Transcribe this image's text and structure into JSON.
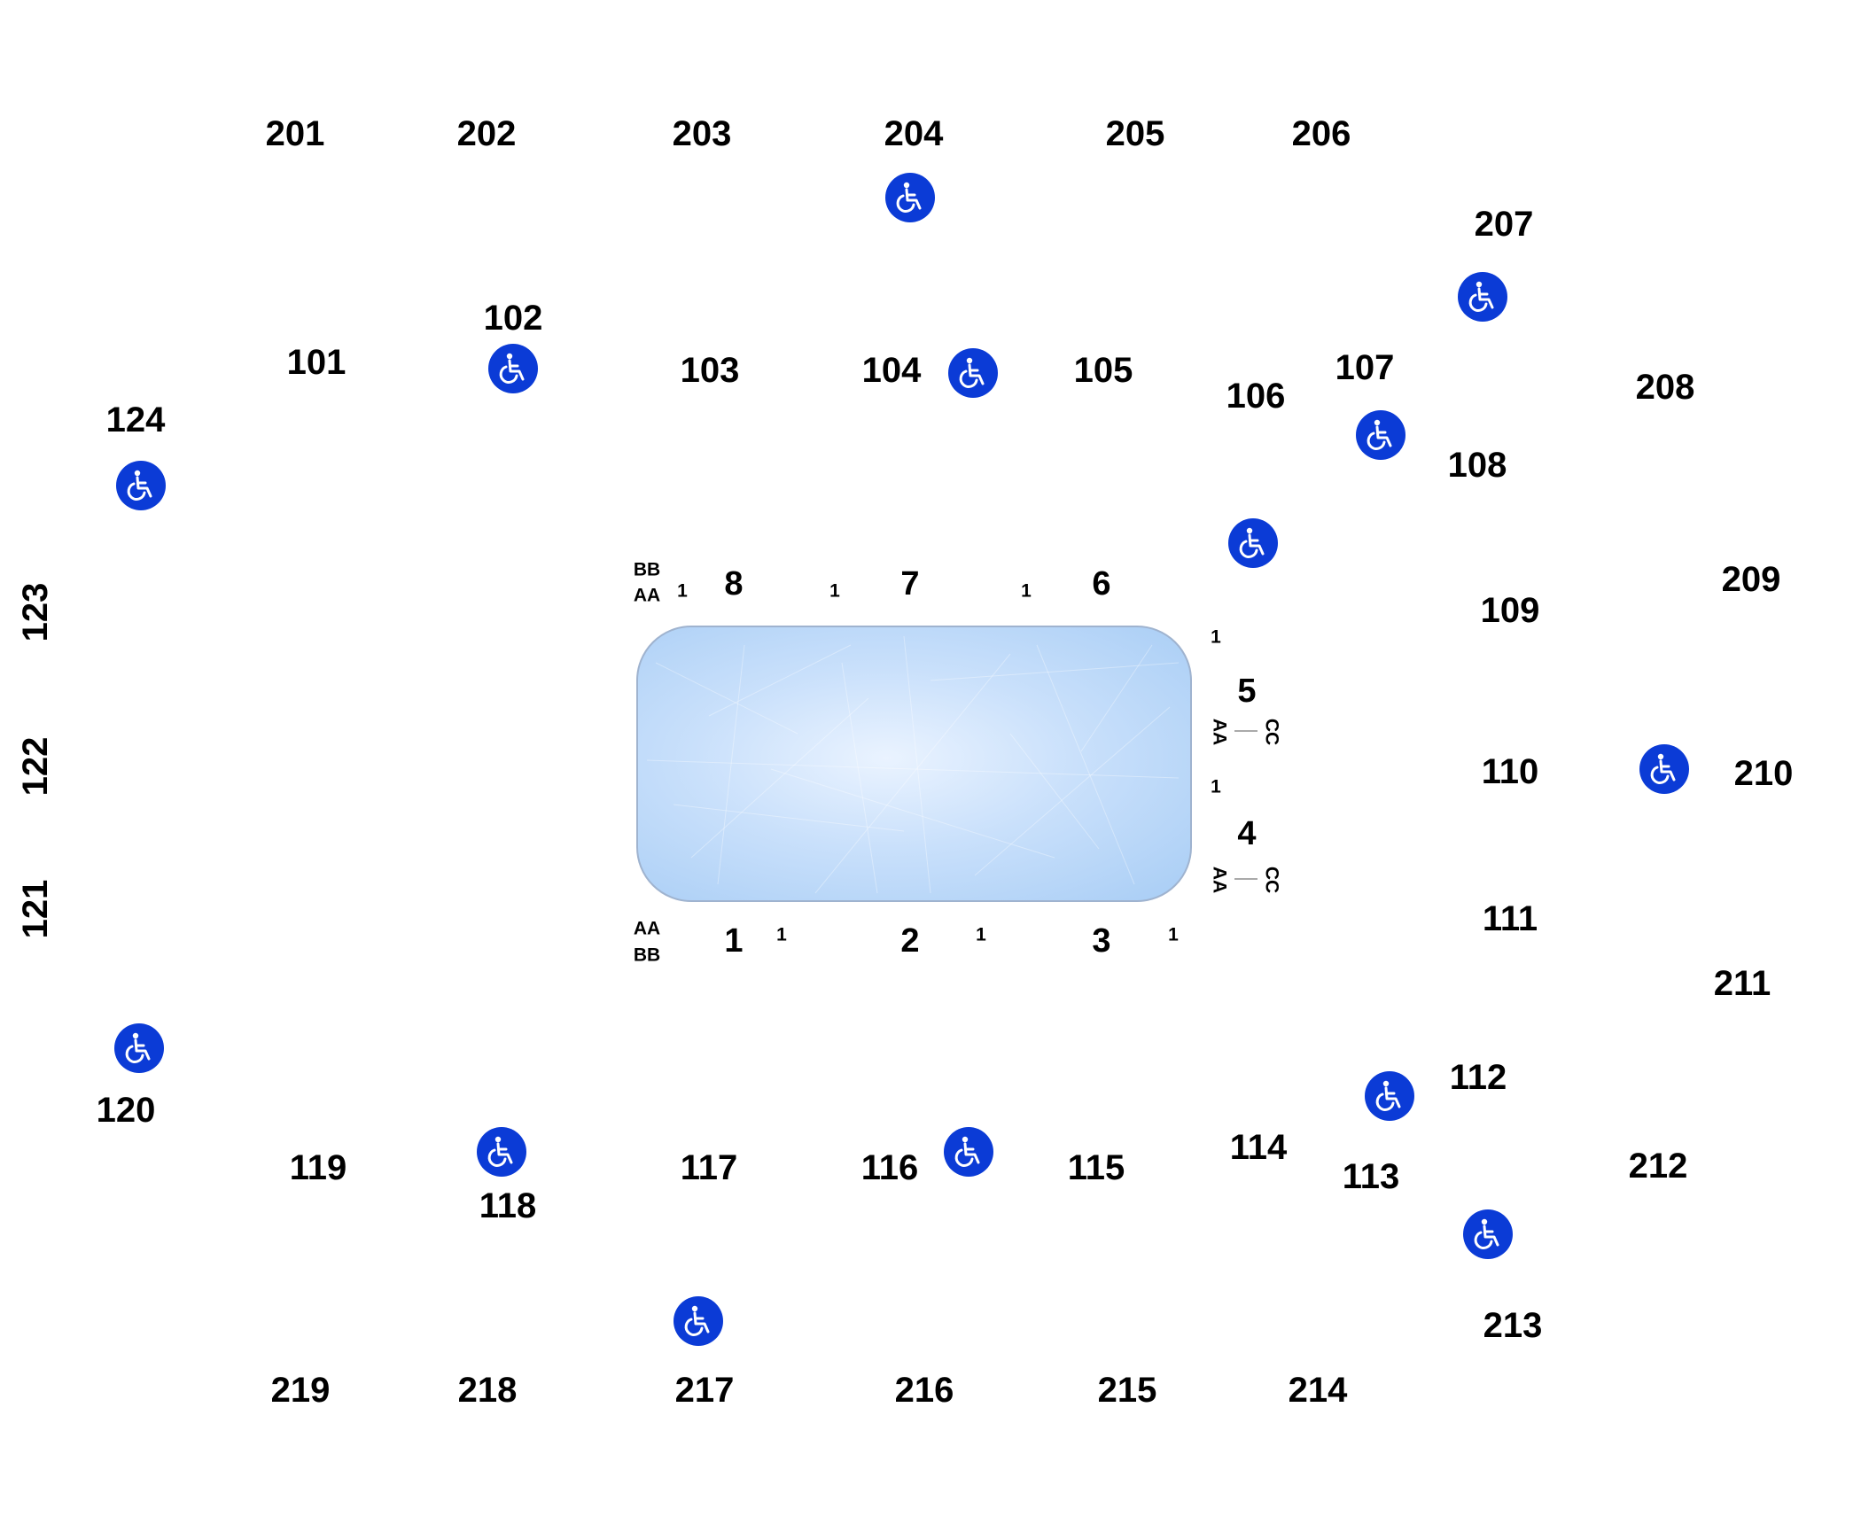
{
  "sections": [
    {
      "id": "201",
      "label": "201"
    },
    {
      "id": "202",
      "label": "202"
    },
    {
      "id": "203",
      "label": "203"
    },
    {
      "id": "204",
      "label": "204"
    },
    {
      "id": "205",
      "label": "205"
    },
    {
      "id": "206",
      "label": "206"
    },
    {
      "id": "207",
      "label": "207"
    },
    {
      "id": "208",
      "label": "208"
    },
    {
      "id": "209",
      "label": "209"
    },
    {
      "id": "210",
      "label": "210"
    },
    {
      "id": "211",
      "label": "211"
    },
    {
      "id": "212",
      "label": "212"
    },
    {
      "id": "213",
      "label": "213"
    },
    {
      "id": "214",
      "label": "214"
    },
    {
      "id": "215",
      "label": "215"
    },
    {
      "id": "216",
      "label": "216"
    },
    {
      "id": "217",
      "label": "217"
    },
    {
      "id": "218",
      "label": "218"
    },
    {
      "id": "219",
      "label": "219"
    },
    {
      "id": "101",
      "label": "101"
    },
    {
      "id": "102",
      "label": "102"
    },
    {
      "id": "103",
      "label": "103"
    },
    {
      "id": "104",
      "label": "104"
    },
    {
      "id": "105",
      "label": "105"
    },
    {
      "id": "106",
      "label": "106"
    },
    {
      "id": "107",
      "label": "107"
    },
    {
      "id": "108",
      "label": "108"
    },
    {
      "id": "109",
      "label": "109"
    },
    {
      "id": "110",
      "label": "110"
    },
    {
      "id": "111",
      "label": "111"
    },
    {
      "id": "112",
      "label": "112"
    },
    {
      "id": "113",
      "label": "113"
    },
    {
      "id": "114",
      "label": "114"
    },
    {
      "id": "115",
      "label": "115"
    },
    {
      "id": "116",
      "label": "116"
    },
    {
      "id": "117",
      "label": "117"
    },
    {
      "id": "118",
      "label": "118"
    },
    {
      "id": "119",
      "label": "119"
    },
    {
      "id": "120",
      "label": "120"
    },
    {
      "id": "121",
      "label": "121"
    },
    {
      "id": "122",
      "label": "122"
    },
    {
      "id": "123",
      "label": "123"
    },
    {
      "id": "124",
      "label": "124"
    }
  ],
  "entrances": [
    {
      "id": "8",
      "label": "8"
    },
    {
      "id": "7",
      "label": "7"
    },
    {
      "id": "6",
      "label": "6"
    },
    {
      "id": "5",
      "label": "5"
    },
    {
      "id": "4",
      "label": "4"
    },
    {
      "id": "1",
      "label": "1"
    },
    {
      "id": "2",
      "label": "2"
    },
    {
      "id": "3",
      "label": "3"
    }
  ],
  "row_labels": {
    "top_left_upper": "BB",
    "top_left_lower": "AA",
    "bottom_left_upper": "AA",
    "bottom_left_lower": "BB",
    "right_aa": "AA",
    "right_cc": "CC",
    "seat_one": "1"
  },
  "accessible_icon": "wheelchair-icon",
  "colors": {
    "accessible": "#0b3bd6",
    "rink_border": "#9fb3cf",
    "ice": "#c9e0fb"
  }
}
